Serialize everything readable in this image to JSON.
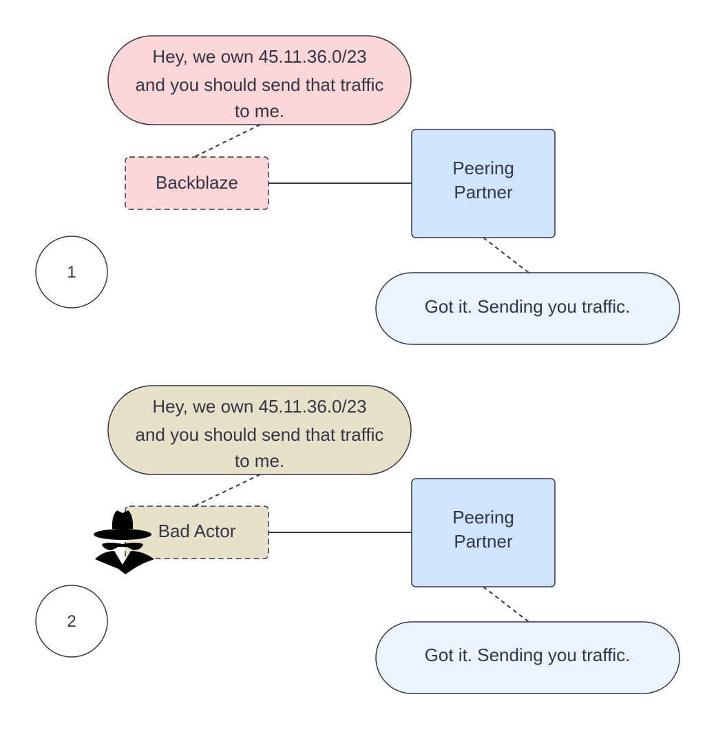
{
  "colors": {
    "stroke": "#333645",
    "text": "#333645",
    "claim_bubble_legit": "#fdd6d8",
    "claim_bubble_bad": "#e8e1c9",
    "partner_box": "#cfe4fe",
    "reply_bubble": "#ebf4fe",
    "marker_fill": "#ffffff",
    "hat_icon": "#000000"
  },
  "scenario1": {
    "marker": "1",
    "claim": {
      "line1": "Hey, we own 45.11.36.0/23",
      "line2": "and you should send that traffic",
      "line3": "to me."
    },
    "announcer": "Backblaze",
    "partner": {
      "line1": "Peering",
      "line2": "Partner"
    },
    "reply": "Got it. Sending you traffic."
  },
  "scenario2": {
    "marker": "2",
    "claim": {
      "line1": "Hey, we own 45.11.36.0/23",
      "line2": "and you should send that traffic",
      "line3": "to me."
    },
    "announcer": "Bad Actor",
    "announcer_icon": "spy-icon",
    "partner": {
      "line1": "Peering",
      "line2": "Partner"
    },
    "reply": "Got it. Sending you traffic."
  }
}
